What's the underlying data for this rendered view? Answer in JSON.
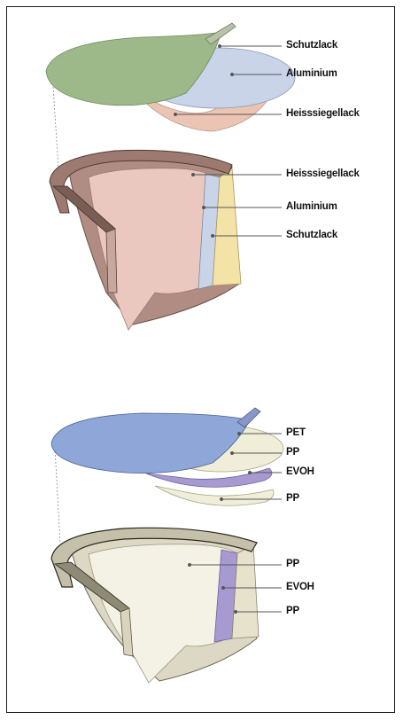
{
  "capsule_aluminium": {
    "lid_layers": [
      "Schutzlack",
      "Aluminium",
      "Heisssiegellack"
    ],
    "cup_layers": [
      "Heisssiegellack",
      "Aluminium",
      "Schutzlack"
    ]
  },
  "capsule_plastic": {
    "lid_layers": [
      "PET",
      "PP",
      "EVOH",
      "PP"
    ],
    "cup_layers": [
      "PP",
      "EVOH",
      "PP"
    ]
  },
  "colors": {
    "alu_protective": "#9db98a",
    "alu_aluminium": "#c9d4e8",
    "alu_heatseal": "#ecc4b4",
    "alu_cup_inner": "#eac8c0",
    "alu_cup_outer": "#b08c82",
    "alu_cup_yellow": "#f3e3a6",
    "pl_pet": "#8ea6d8",
    "pl_pp": "#f0eed8",
    "pl_evoh": "#a79ad0",
    "pl_cup_outer": "#dcd8c4"
  }
}
